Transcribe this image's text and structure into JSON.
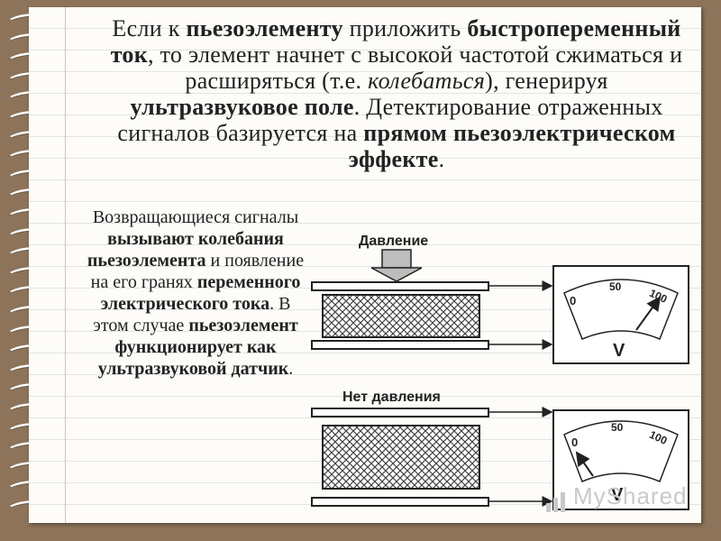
{
  "slide": {
    "top": {
      "p1": "Если к ",
      "b1": "пьезоэлементу",
      "p2": " приложить ",
      "b2": "быстропеременный ток",
      "p3": ", то элемент начнет с высокой частотой сжиматься и расширяться (т.е. ",
      "i1": "колебаться",
      "p4": "), генерируя ",
      "b3": "ультразвуковое поле",
      "p5": ". Детектирование отраженных сигналов базируется на ",
      "b4": "прямом пьезоэлектрическом эффекте",
      "p6": "."
    },
    "side": {
      "p1": "Возвращающиеся сигналы ",
      "b1": "вызывают колебания пьезоэлемента",
      "p2": " и появление на его гранях ",
      "b2": "переменного электрического тока",
      "p3": ". В этом случае ",
      "b3": "пьезоэлемент функционирует как ультразвуковой датчик",
      "p4": "."
    },
    "diagram": {
      "pressure_label": "Давление",
      "no_pressure_label": "Нет давления",
      "meter1": {
        "t0": "0",
        "t50": "50",
        "t100": "100",
        "unit": "V"
      },
      "meter2": {
        "t0": "0",
        "t50": "50",
        "t100": "100",
        "unit": "V"
      }
    },
    "watermark": "MyShared"
  }
}
